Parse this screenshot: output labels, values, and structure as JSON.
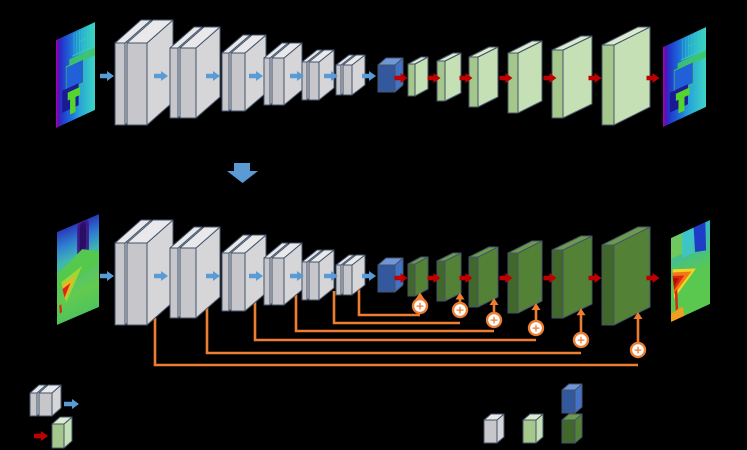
{
  "scene": {
    "description": "Two encoder-decoder convolutional network diagrams on black background; top network has no skip connections, bottom network adds orange additive skip connections from each encoder stage to the mirrored decoder stage",
    "background": "#000000",
    "visible_text": "",
    "sum_symbol": "+"
  },
  "palette": {
    "outline": "#44546a",
    "encoder_front": "#c6c6cb",
    "encoder_face": "#d6d6d9",
    "encoder_top": "#e9e9ec",
    "plain_decoder_front": "#a6c78c",
    "plain_decoder_face": "#c5e0b4",
    "plain_decoder_top": "#dcebcf",
    "skip_decoder_front": "#41682a",
    "skip_decoder_face": "#538135",
    "skip_decoder_top": "#6d9a4c",
    "bottleneck_front": "#33589e",
    "bottleneck_face": "#4472c4",
    "bottleneck_top": "#6f97d8",
    "encoder_arrow": "#5b9bd5",
    "decoder_arrow": "#c00000",
    "skip_line": "#ed7d31",
    "sum_node_fill": "#ffffff",
    "sum_node_stroke": "#ed7d31",
    "transform_arrow": "#5b9bd5"
  },
  "networks": [
    {
      "id": "top-network",
      "row": "top",
      "encoder_stages": 6,
      "encoder_slabs_per_stage": 2,
      "bottleneck": true,
      "decoder_stages": 6,
      "decoder_style": "plain",
      "skip_connections": false,
      "input_image": "cool",
      "output_image": "cool"
    },
    {
      "id": "bottom-network",
      "row": "bottom",
      "encoder_stages": 6,
      "encoder_slabs_per_stage": 2,
      "bottleneck": true,
      "decoder_stages": 6,
      "decoder_style": "skip",
      "skip_connections": true,
      "sum_nodes": 6,
      "input_image": "jet_in",
      "output_image": "jet_out"
    }
  ],
  "transform_arrow": {
    "direction": "down"
  },
  "images": {
    "cool": {
      "name": "depth-map-cool",
      "stops": [
        "#b000b0",
        "#5a10b4",
        "#2531c8",
        "#1d64d8",
        "#27a3d8",
        "#35c4cc",
        "#3fd2c5"
      ],
      "accents": {
        "grid": "#35d8a8",
        "band": "#3fc468",
        "chair": "#2160d8",
        "navy": "#1b1690",
        "blob": "#55d42d"
      }
    },
    "jet_in": {
      "name": "depth-map-jet-input",
      "stops": [
        "#2a39b8",
        "#2f7fd0",
        "#3fb4b4",
        "#57c46a",
        "#62ca4e",
        "#4fc45c"
      ],
      "accents": {
        "purple": "#3f1887",
        "purple_core": "#2a0e66",
        "band": "#55c84e",
        "wedge": "#9ed63a",
        "orange": "#f0b41e",
        "red": "#e02414"
      }
    },
    "jet_out": {
      "name": "depth-map-jet-output",
      "stops": [
        "#35b8c8",
        "#45c08a",
        "#58c851",
        "#5ac84e"
      ],
      "accents": {
        "blue": "#1d3cc8",
        "cyan": "#3fc8d0",
        "green": "#7ccc4a",
        "yellow": "#f6d31c",
        "orange": "#f07818",
        "red": "#e02410",
        "dark_red": "#b00e08",
        "strip": "#f0a01c"
      }
    }
  },
  "legend_left": [
    {
      "icon": "conv-double-block",
      "arrow": "encoder-arrow"
    },
    {
      "arrow": "decoder-arrow",
      "icon": "plain-decoder-block"
    }
  ],
  "legend_right": [
    {
      "icon": "encoder-block"
    },
    {
      "icon": "plain-decoder-block"
    },
    {
      "icon": "bottleneck-block"
    },
    {
      "icon": "skip-decoder-block"
    }
  ]
}
